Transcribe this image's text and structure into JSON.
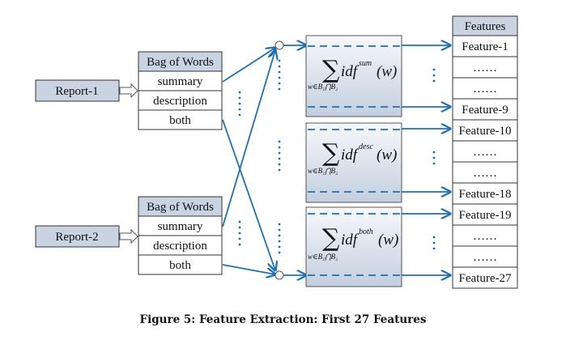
{
  "reports": [
    "Report-1",
    "Report-2"
  ],
  "bag": {
    "title": "Bag of Words",
    "rows": [
      "summary",
      "description",
      "both"
    ]
  },
  "formulas": [
    {
      "sup": "sum",
      "sub": "w∈B₁⋂B₂",
      "func": "idf",
      "arg": "(w)"
    },
    {
      "sup": "desc",
      "sub": "w∈B₁⋂B₂",
      "func": "idf",
      "arg": "(w)"
    },
    {
      "sup": "both",
      "sub": "w∈B₁⋂B₂",
      "func": "idf",
      "arg": "(w)"
    }
  ],
  "features": {
    "header": "Features",
    "items": [
      "Feature-1",
      "……",
      "……",
      "Feature-9",
      "Feature-10",
      "……",
      "……",
      "Feature-18",
      "Feature-19",
      "……",
      "……",
      "Feature-27"
    ]
  },
  "caption": "Figure 5: Feature Extraction: First 27 Features",
  "colors": {
    "arrow_blue": "#1f6fb5",
    "box_fill_top": "#f4f6f9",
    "box_fill_bottom": "#c9d3e2",
    "header_fill": "#c9d3e2",
    "report_fill": "#c9d3e2"
  }
}
